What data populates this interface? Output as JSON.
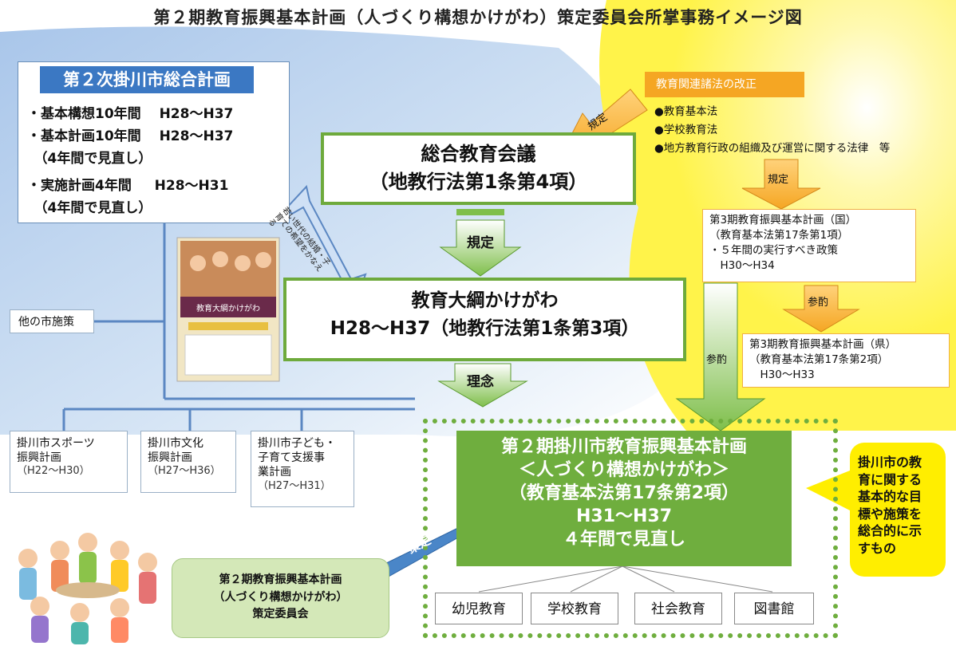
{
  "title": "第２期教育振興基本計画（人づくり構想かけがわ）策定委員会所掌事務イメージ図",
  "general_plan": {
    "title": "第２次掛川市総合計画",
    "items": [
      "・基本構想10年間　 H28～H37",
      "・基本計画10年間　 H28～H37",
      "　（4年間で見直し）",
      "・実施計画4年間　  H28～H31",
      "　（4年間で見直し）"
    ]
  },
  "kyoiku_kaigi": {
    "line1": "総合教育会議",
    "line2": "（地教行法第1条第4項）"
  },
  "taiko": {
    "line1": "教育大綱かけがわ",
    "line2": "H28～H37（地教行法第1条第3項）"
  },
  "arrows": {
    "kitei_main": "規定",
    "rinen": "理念",
    "kitei_orange": "規定",
    "kitei_right": "規定",
    "sanshaku_1": "参酌",
    "sanshaku_2": "参酌",
    "sakutei": "策定",
    "wakai": "若い世代の結婚・子育ての希望をかなえる"
  },
  "other_policies": "他の市施策",
  "sub_plans": [
    {
      "name1": "掛川市スポーツ",
      "name2": "振興計画",
      "name3": "",
      "period": "（H22～H30）"
    },
    {
      "name1": "掛川市文化",
      "name2": "振興計画",
      "name3": "",
      "period": "（H27～H36）"
    },
    {
      "name1": "掛川市子ども・",
      "name2": "子育て支援事",
      "name3": "業計画",
      "period": "（H27～H31）"
    }
  ],
  "main_plan": {
    "line1": "第２期掛川市教育振興基本計画",
    "line2": "＜人づくり構想かけがわ＞",
    "line3": "（教育基本法第17条第2項）",
    "line4": "H31～H37",
    "line5": "４年間で見直し"
  },
  "categories": [
    "幼児教育",
    "学校教育",
    "社会教育",
    "図書館"
  ],
  "committee": {
    "line1": "第２期教育振興基本計画",
    "line2": "（人づくり構想かけがわ）",
    "line3": "策定委員会"
  },
  "laws": {
    "title": "教育関連諸法の改正",
    "items": [
      "●教育基本法",
      "●学校教育法",
      "●地方教育行政の組織及び運営に関する法律　等"
    ]
  },
  "national_plan": {
    "line1": "第3期教育振興基本計画（国）",
    "line2": "（教育基本法第17条第1項）",
    "line3": "・５年間の実行すべき政策",
    "line4": "　H30～H34"
  },
  "prefecture_plan": {
    "line1": "第3期教育振興基本計画（県）",
    "line2": "（教育基本法第17条第2項）",
    "line3": "　H30～H33"
  },
  "callout": {
    "line1": "掛川市の教",
    "line2": "育に関する",
    "line3": "基本的な目",
    "line4": "標や施策を",
    "line5": "総合的に示",
    "line6": "すもの"
  },
  "photo_caption": "教育大綱かけがわ",
  "colors": {
    "blue_bg": "#bcd4ef",
    "yellow_bg": "#fff68a",
    "green": "#6fae3e",
    "orange": "#f5a623",
    "blue_title": "#3b78c3"
  }
}
